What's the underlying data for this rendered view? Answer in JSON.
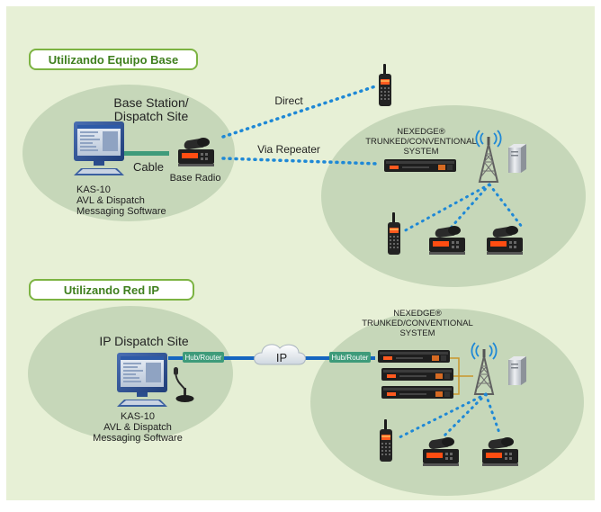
{
  "colors": {
    "panel": "#e7f0d6",
    "ellipse": "#c6d7b9",
    "header_border": "#7cb342",
    "header_text": "#3f7f1e",
    "link_dotted": "#1e88d6",
    "hub_fill": "#3e9b7a",
    "ip_line": "#1565c0"
  },
  "section1": {
    "header": "Utilizando Equipo Base",
    "site_title_1": "Base Station/",
    "site_title_2": "Dispatch Site",
    "cable_label": "Cable",
    "base_radio_label": "Base Radio",
    "software_1": "KAS-10",
    "software_2": "AVL & Dispatch",
    "software_3": "Messaging Software",
    "direct_label": "Direct",
    "repeater_label": "Via Repeater",
    "system_1": "NEXEDGE®",
    "system_2": "TRUNKED/CONVENTIONAL",
    "system_3": "SYSTEM"
  },
  "section2": {
    "header": "Utilizando Red IP",
    "site_title": "IP Dispatch Site",
    "hub_left": "Hub/Router",
    "hub_right": "Hub/Router",
    "ip_label": "IP",
    "software_1": "KAS-10",
    "software_2": "AVL & Dispatch",
    "software_3": "Messaging Software",
    "system_1": "NEXEDGE®",
    "system_2": "TRUNKED/CONVENTIONAL",
    "system_3": "SYSTEM"
  },
  "icons": [
    "computer-icon",
    "keyboard-icon",
    "base-radio-icon",
    "handheld-radio-icon",
    "repeater-icon",
    "tower-icon",
    "server-icon",
    "mobile-radio-icon",
    "microphone-icon",
    "cloud-icon"
  ]
}
